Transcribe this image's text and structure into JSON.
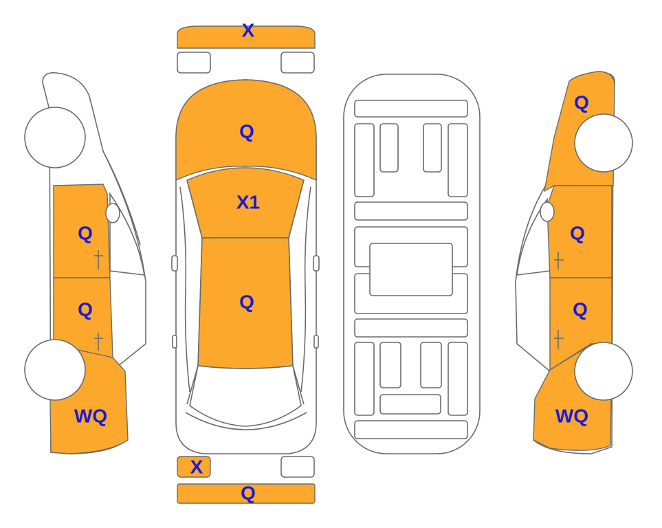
{
  "colors": {
    "damage_fill": "#fba82d",
    "outline": "#6b6b6b",
    "label": "#1a1ad6",
    "background": "#ffffff"
  },
  "labels": {
    "front_bumper": "X",
    "hood": "Q",
    "windshield": "X1",
    "roof": "Q",
    "rear_left_light": "X",
    "rear_bumper": "Q",
    "left_front_door": "Q",
    "left_rear_door": "Q",
    "left_rear_quarter": "WQ",
    "right_front_fender": "Q",
    "right_front_door": "Q",
    "right_rear_door": "Q",
    "right_rear_quarter": "WQ"
  }
}
